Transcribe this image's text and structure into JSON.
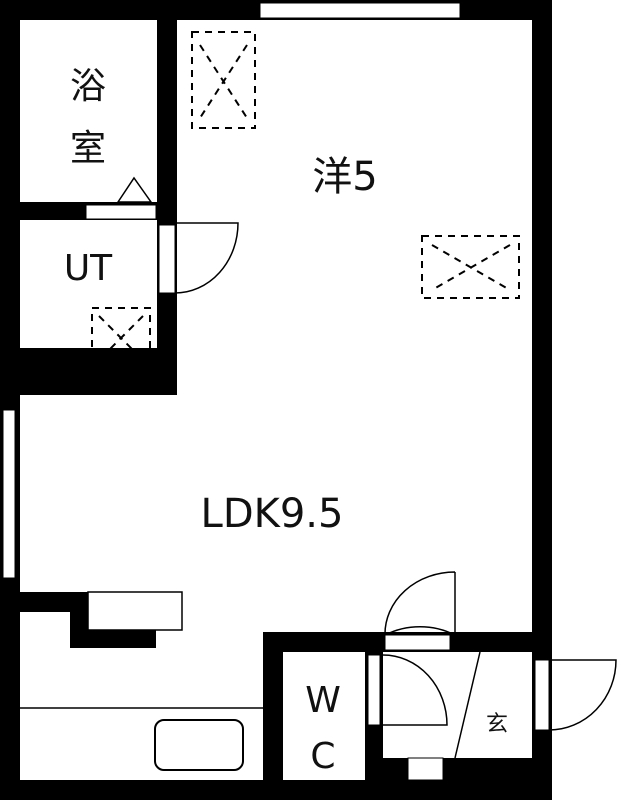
{
  "plan": {
    "colors": {
      "wall": "#000000",
      "floor": "#ffffff",
      "line": "#111111"
    },
    "rooms": {
      "bath": {
        "label_line1": "浴",
        "label_line2": "室"
      },
      "utility": {
        "label": "UT"
      },
      "western": {
        "label": "洋5"
      },
      "ldk": {
        "label": "LDK9.5"
      },
      "wc": {
        "label_line1": "W",
        "label_line2": "C"
      },
      "entrance": {
        "label": "玄"
      }
    }
  }
}
